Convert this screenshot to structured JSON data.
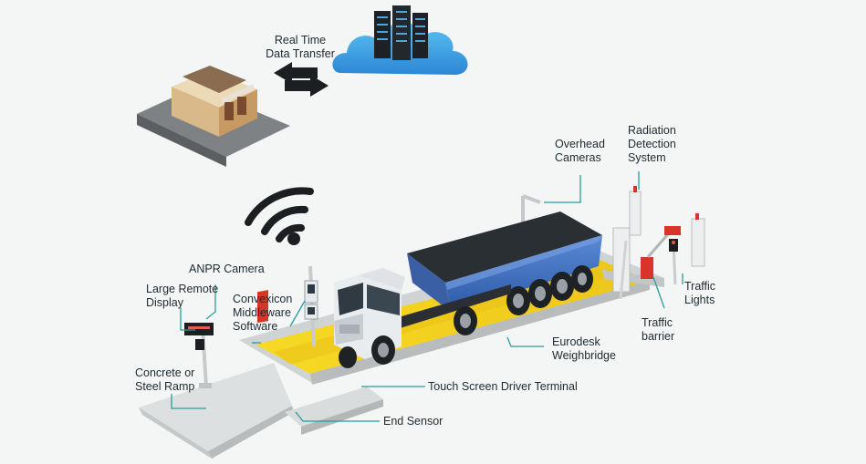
{
  "diagram": {
    "labels": {
      "real_time_data_transfer": "Real Time\nData Transfer",
      "overhead_cameras": "Overhead\nCameras",
      "radiation_detection_system": "Radiation\nDetection\nSystem",
      "anpr_camera": "ANPR Camera",
      "large_remote_display": "Large Remote\nDisplay",
      "convexicon_middleware_software": "Convexicon\nMiddleware\nSoftware",
      "traffic_lights": "Traffic\nLights",
      "traffic_barrier": "Traffic\nbarrier",
      "eurodesk_weighbridge": "Eurodesk\nWeighbridge",
      "concrete_or_steel_ramp": "Concrete or\nSteel Ramp",
      "touch_screen_driver_terminal": "Touch Screen Driver Terminal",
      "end_sensor": "End Sensor"
    },
    "colors": {
      "weighbridge": "#f2d21b",
      "trailer": "#3e6fbf",
      "cloud": "#3aa6e6",
      "leader_line": "#2a9d9a",
      "concrete": "#d9dcdc",
      "cab": "#e9ecef",
      "arrows": "#1b1f22",
      "wifi": "#1b1f22",
      "barrier": "#d8342a"
    },
    "icons": [
      "building-icon",
      "cloud-server-icon",
      "sync-arrows-icon",
      "wifi-icon",
      "truck-illustration"
    ]
  }
}
